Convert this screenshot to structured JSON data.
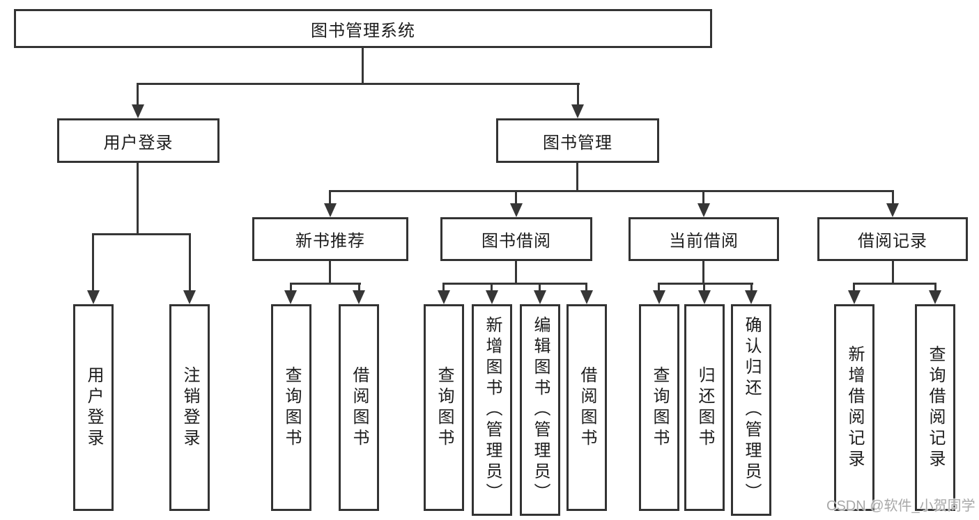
{
  "nodes": {
    "root": "图书管理系统",
    "user_login": "用户登录",
    "book_mgmt": "图书管理",
    "new_book_rec": "新书推荐",
    "book_borrow": "图书借阅",
    "current_borrow": "当前借阅",
    "borrow_records": "借阅记录",
    "leaf_user_login": "用户登录",
    "leaf_logout": "注销登录",
    "nb_query_books": "查询图书",
    "nb_borrow_books": "借阅图书",
    "bb_query_books": "查询图书",
    "bb_add_books": "新增图书（管理员）",
    "bb_edit_books": "编辑图书（管理员）",
    "bb_borrow_books": "借阅图书",
    "cb_query_books": "查询图书",
    "cb_return_books": "归还图书",
    "cb_confirm_return": "确认归还（管理员）",
    "br_add_record": "新增借阅记录",
    "br_query_record": "查询借阅记录"
  },
  "watermark": "CSDN @软件_小贺同学",
  "colors": {
    "line": "#363636",
    "border": "#333333",
    "text": "#1c1c1c",
    "background": "#ffffff",
    "watermark": "#a8a8a8"
  }
}
